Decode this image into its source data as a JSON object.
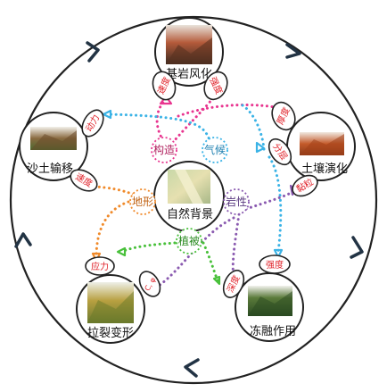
{
  "center": {
    "label": "自然背景"
  },
  "nodes": {
    "top": {
      "label": "基岩风化"
    },
    "left": {
      "label": "沙土输移"
    },
    "right": {
      "label": "土壤演化"
    },
    "bottom_left": {
      "label": "拉裂变形"
    },
    "bottom_right": {
      "label": "冻融作用"
    }
  },
  "factors": {
    "structure": "构造",
    "climate": "气候",
    "landform": "地形",
    "lithology": "岩性",
    "vegetation": "植被"
  },
  "attributes": {
    "top_speed": "速度",
    "top_intensity": "强度",
    "left_power": "动力",
    "left_speed": "速度",
    "right_thickness": "厚度",
    "right_component": "分层",
    "right_grain": "黏粒",
    "bl_stress": "应力",
    "bl_chem": "C, φ",
    "br_depth": "深度",
    "br_speed": "强度"
  },
  "colors": {
    "pink": "#e8358f",
    "cyan": "#3bb3e6",
    "orange": "#f08a2a",
    "purple": "#8a5ab0",
    "green": "#48c03a",
    "red_text": "#e0222a",
    "outline": "#222222"
  }
}
